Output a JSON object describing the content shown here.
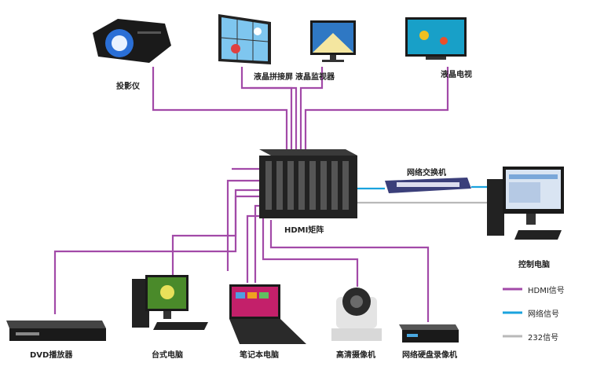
{
  "colors": {
    "hdmi": "#a24aa8",
    "network": "#1aa3de",
    "rs232": "#b9b9b9"
  },
  "outputs": {
    "projector": "投影仪",
    "video_wall": "液晶拼接屏",
    "monitor": "液晶监视器",
    "tv": "液晶电视"
  },
  "center": {
    "matrix": "HDMI矩阵",
    "switch": "网络交换机",
    "control_pc": "控制电脑"
  },
  "inputs": {
    "dvd": "DVD播放器",
    "desktop": "台式电脑",
    "laptop": "笔记本电脑",
    "camera": "高清摄像机",
    "nvr": "网络硬盘录像机"
  },
  "legend": [
    {
      "label": "HDMI信号",
      "color_key": "hdmi"
    },
    {
      "label": "网络信号",
      "color_key": "network"
    },
    {
      "label": "232信号",
      "color_key": "rs232"
    }
  ]
}
